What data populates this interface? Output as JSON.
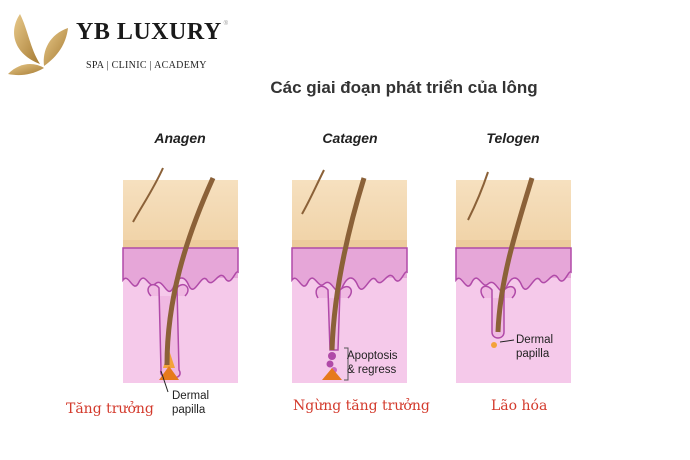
{
  "logo": {
    "name": "YB LUXURY",
    "trademark": "®",
    "tagline": "SPA | CLINIC | ACADEMY"
  },
  "title": "Các giai đoạn phát triển của lông",
  "stages": [
    {
      "name": "Anagen",
      "annotation": [
        "Dermal",
        "papilla"
      ],
      "caption": "Tăng trưởng"
    },
    {
      "name": "Catagen",
      "annotation": [
        "Apoptosis",
        "& regress"
      ],
      "caption": "Ngừng tăng trưởng"
    },
    {
      "name": "Telogen",
      "annotation": [
        "Dermal",
        "papilla"
      ],
      "caption": "Lão hóa"
    }
  ],
  "colors": {
    "epidermis": "#f5dcb5",
    "dermis": "#f2c6e6",
    "membrane": "#b04aa8",
    "hair": "#8b6138",
    "caption": "#d33a2c",
    "gold": "#c89a4a"
  }
}
